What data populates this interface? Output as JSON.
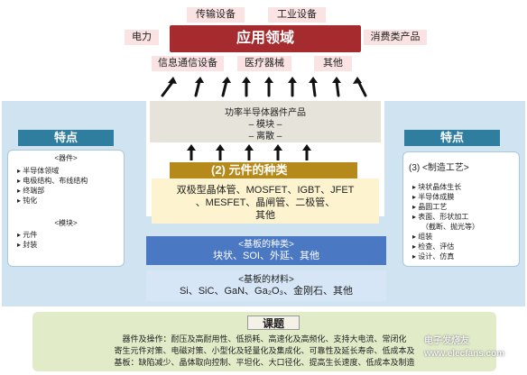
{
  "top": {
    "app_transmission": "传输设备",
    "app_industrial": "工业设备",
    "app_power": "电力",
    "app_consumer": "消费类产品",
    "field_title": "应用领域",
    "app_info_comm": "信息通信设备",
    "app_medical": "医疗器械",
    "app_other": "其他"
  },
  "product": {
    "title": "功率半导体器件产品",
    "module": "– 模块 –",
    "discrete": "– 离散 –"
  },
  "types": {
    "title": "(2)  元件的种类",
    "line1": "双极型晶体管、MOSFET、IGBT、JFET",
    "line2": "、MESFET、晶闸管、二极管、",
    "line3": "其他"
  },
  "left": {
    "header": "特点",
    "device_label": "<器件>",
    "items": [
      "半导体领域",
      "电极结构、布线结构",
      "终端部",
      "钝化"
    ],
    "module_label": "<模块>",
    "module_items": [
      "元件",
      "封装"
    ]
  },
  "right": {
    "header": "特点",
    "process_label": "(3) <制造工艺>",
    "items": [
      "块状晶体生长",
      "半导体成膜",
      "晶圆工艺",
      "表面、形状加工",
      "（截断、抛光等）",
      "组装",
      "检查、评估",
      "设计、仿真"
    ]
  },
  "substrate_type": {
    "title": "<基板的种类>",
    "body": "块状、SOI、外延、其他"
  },
  "substrate_material": {
    "title": "<基板的材料>",
    "body": "Si、SiC、GaN、Ga₂O₃、金刚石、其他"
  },
  "issues": {
    "title": "课题",
    "line1": "器件及操作：耐压及高耐用性、低损耗、高速化及高频化、支持大电流、常闭化",
    "line2": "寄生元件对策、电磁对策、小型化及轻量化及集成化、可靠性及延长寿命、低成本及",
    "line3": "基板：缺陷减少、晶体取向控制、平坦化、大口径化、提高生长速度、低成本及制造"
  },
  "watermark": "电子发烧友 www.elecfans.com",
  "colors": {
    "field_red": "#a52b2f",
    "gold": "#b58a1a",
    "teal": "#2f7ea0",
    "substrate_blue": "#4a78c2",
    "panel_blue": "#cfe3f1"
  }
}
